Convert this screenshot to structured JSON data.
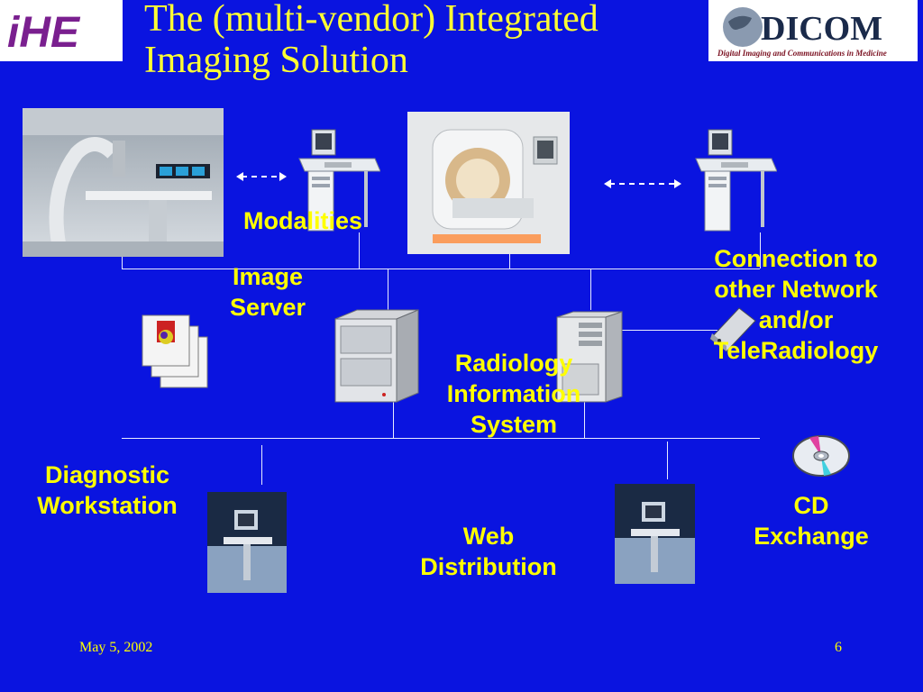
{
  "slide": {
    "title_line1": "The (multi-vendor) Integrated",
    "title_line2": "Imaging Solution",
    "date": "May 5, 2002",
    "page_number": "6"
  },
  "logos": {
    "ihe_text": "iHE",
    "dicom_text": "DICOM",
    "dicom_tagline": "Digital Imaging and Communications in Medicine"
  },
  "labels": {
    "modalities": "Modalities",
    "image_server_1": "Image",
    "image_server_2": "Server",
    "ris_1": "Radiology",
    "ris_2": "Information",
    "ris_3": "System",
    "connection_1": "Connection to",
    "connection_2": "other Network",
    "connection_3": "and/or",
    "connection_4": "TeleRadiology",
    "diagnostic_1": "Diagnostic",
    "diagnostic_2": "Workstation",
    "web_1": "Web",
    "web_2": "Distribution",
    "cd_1": "CD",
    "cd_2": "Exchange"
  },
  "colors": {
    "background": "#0a14e0",
    "text": "#ffff00",
    "network_line": "#e8ecff"
  }
}
